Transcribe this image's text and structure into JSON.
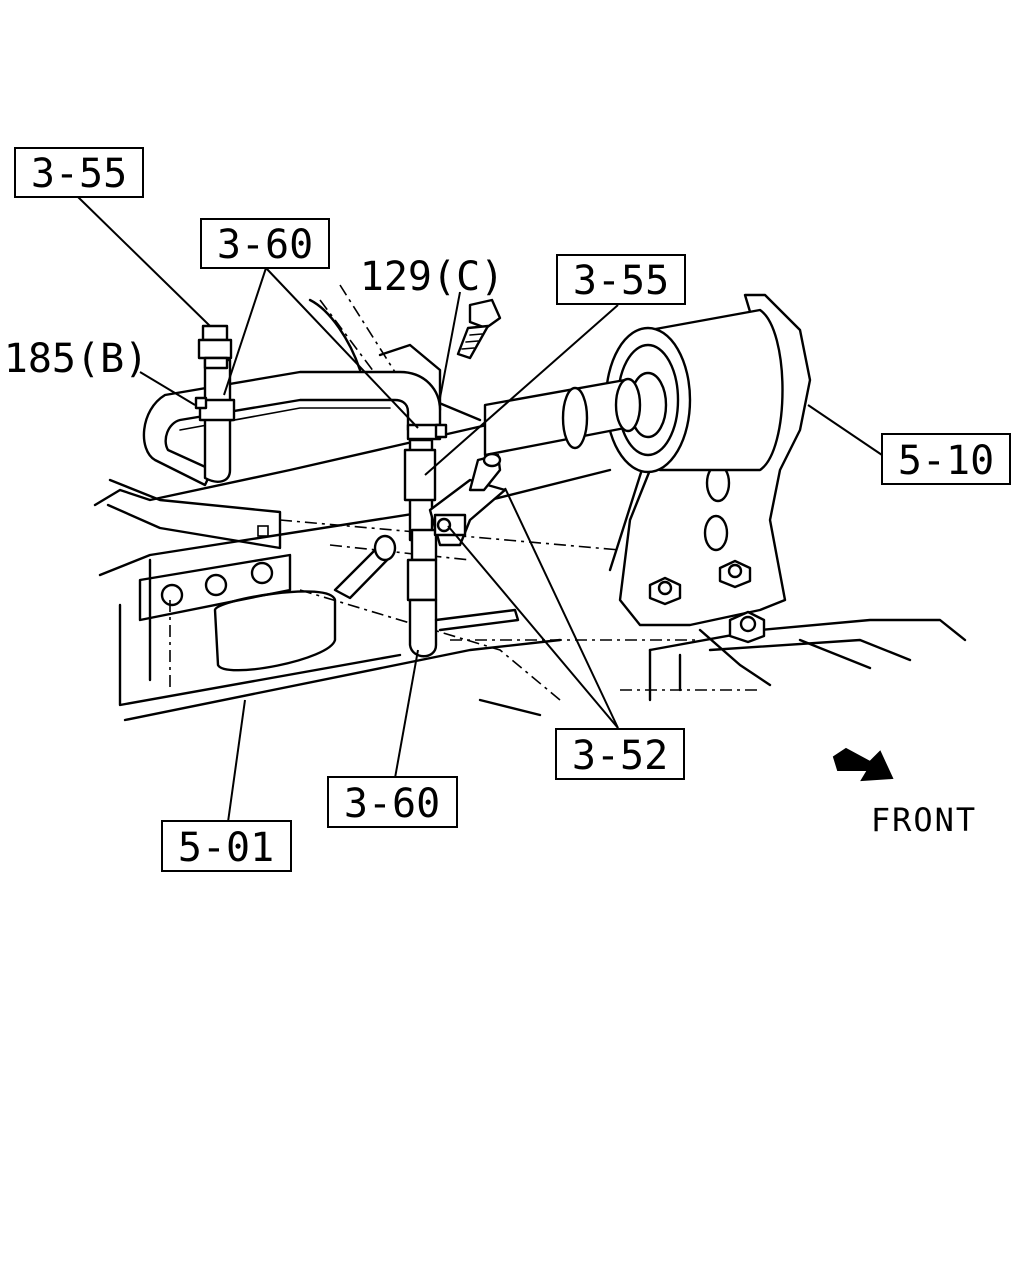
{
  "callouts": {
    "c1": "3-55",
    "c2": "3-60",
    "c3": "129(C)",
    "c4": "3-55",
    "c5": "185(B)",
    "c6": "5-10",
    "c7": "3-52",
    "c8": "3-60",
    "c9": "5-01"
  },
  "front_label": "FRONT",
  "icons": {
    "front_arrow": "front-arrow-icon"
  }
}
